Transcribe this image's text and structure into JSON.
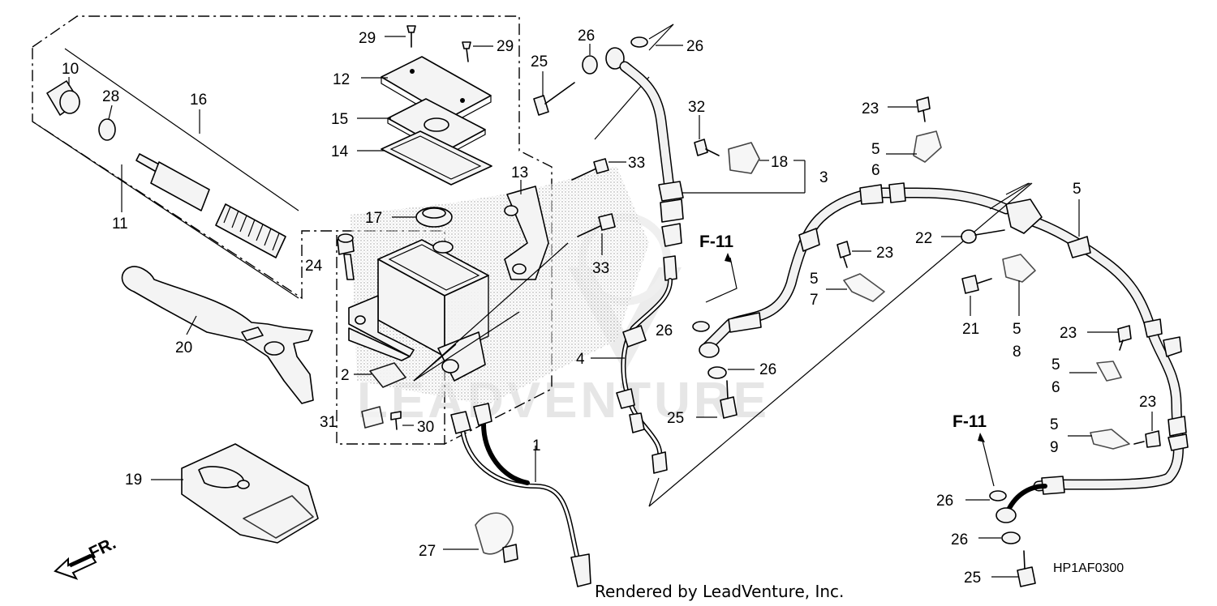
{
  "diagram": {
    "code": "HP1AF0300",
    "credit": "Rendered by LeadVenture, Inc.",
    "watermark": "LEADVENTURE",
    "direction_label": "FR.",
    "fig_ref": "F-11",
    "callouts": {
      "c1": "1",
      "c2": "2",
      "c3": "3",
      "c4": "4",
      "c5a": "5",
      "c5b": "5",
      "c5c": "5",
      "c5d": "5",
      "c5e": "5",
      "c5f": "5",
      "c6a": "6",
      "c6b": "6",
      "c7": "7",
      "c8": "8",
      "c9": "9",
      "c10": "10",
      "c11": "11",
      "c12": "12",
      "c13": "13",
      "c14": "14",
      "c15": "15",
      "c16": "16",
      "c17": "17",
      "c18": "18",
      "c19": "19",
      "c20": "20",
      "c21": "21",
      "c22": "22",
      "c23a": "23",
      "c23b": "23",
      "c23c": "23",
      "c23d": "23",
      "c24": "24",
      "c25a": "25",
      "c25b": "25",
      "c25c": "25",
      "c26a": "26",
      "c26b": "26",
      "c26c": "26",
      "c26d": "26",
      "c26e": "26",
      "c26f": "26",
      "c27": "27",
      "c28": "28",
      "c29a": "29",
      "c29b": "29",
      "c30": "30",
      "c31": "31",
      "c32": "32",
      "c33a": "33",
      "c33b": "33"
    }
  }
}
